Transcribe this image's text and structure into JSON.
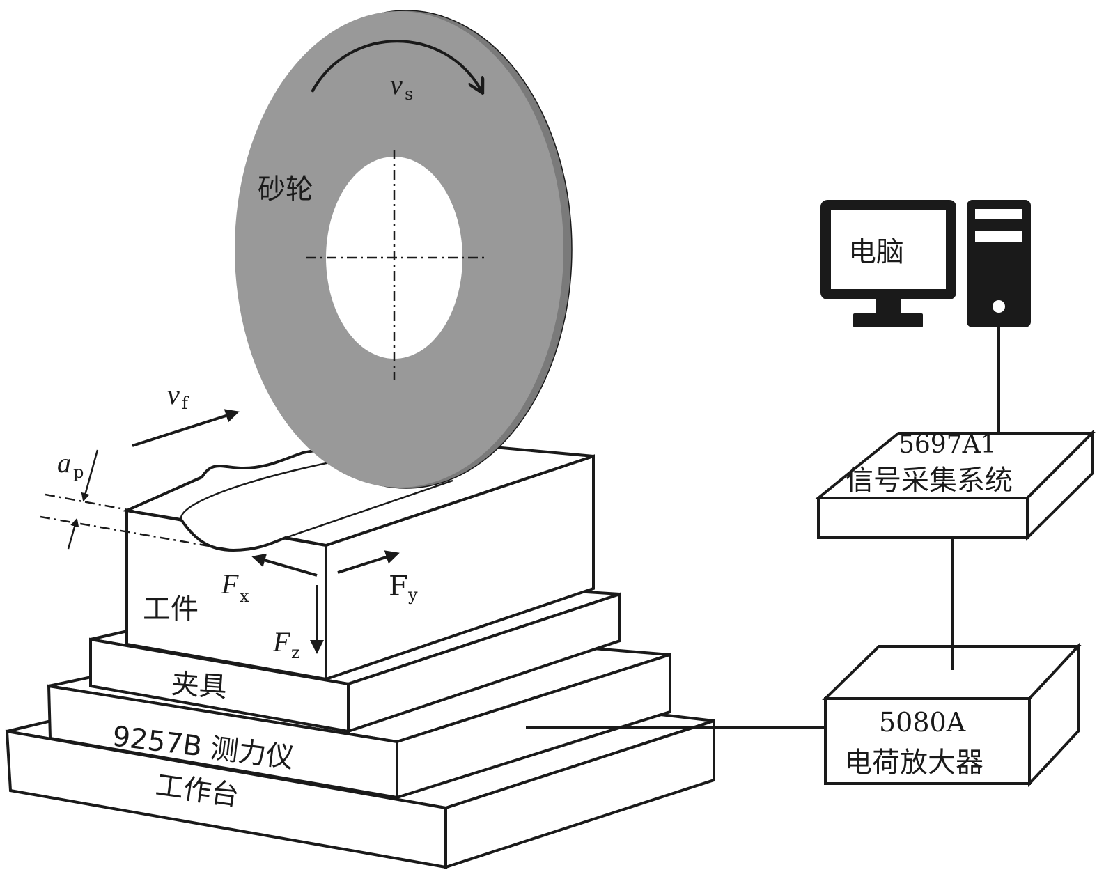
{
  "labels": {
    "wheel": "砂轮",
    "workpiece": "工件",
    "fixture": "夹具",
    "dynamometer": "9257B 测力仪",
    "worktable": "工作台",
    "computer": "电脑",
    "daq_model": "5697A1",
    "daq_name": "信号采集系统",
    "amp_model": "5080A",
    "amp_name": "电荷放大器"
  },
  "symbols": {
    "vs_main": "v",
    "vs_sub": "s",
    "vf_main": "v",
    "vf_sub": "f",
    "ap_main": "a",
    "ap_sub": "p",
    "fx_main": "F",
    "fx_sub": "x",
    "fy_main": "F",
    "fy_sub": "y",
    "fz_main": "F",
    "fz_sub": "z"
  },
  "colors": {
    "wheel_face": "#999999",
    "wheel_rim": "#7a7a7a",
    "ink": "#1a1a1a",
    "paper": "#ffffff"
  }
}
